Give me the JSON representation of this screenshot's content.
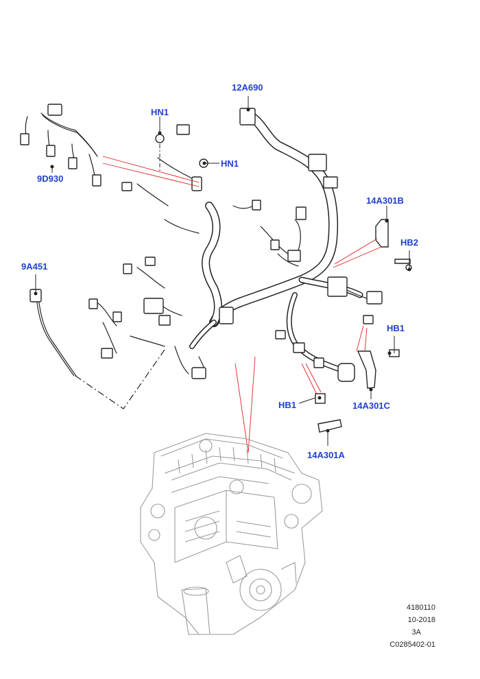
{
  "callouts": {
    "c_12A690": "12A690",
    "c_HN1_top": "HN1",
    "c_HN1_right": "HN1",
    "c_9D930": "9D930",
    "c_14A301B": "14A301B",
    "c_HB2": "HB2",
    "c_9A451": "9A451",
    "c_HB1_right": "HB1",
    "c_HB1_left": "HB1",
    "c_14A301C": "14A301C",
    "c_14A301A": "14A301A"
  },
  "reference": {
    "code": "4180110",
    "date": "10-2018",
    "rev": "3A",
    "drawing": "C0285402-01"
  },
  "colors": {
    "callout": "#1f3fd1",
    "leader": "#e02020",
    "line": "#222222",
    "engine": "#9a9a9a"
  }
}
